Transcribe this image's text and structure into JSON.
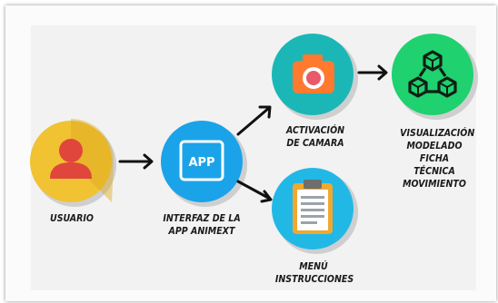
{
  "nodes": {
    "usuario": {
      "label": "USUARIO",
      "icon": "user-icon",
      "color": "#f1c232"
    },
    "interfaz": {
      "label": "INTERFAZ DE LA\nAPP ANIMEXT",
      "icon": "app-icon",
      "icon_text": "APP",
      "color": "#1aa3e8"
    },
    "camara": {
      "label": "ACTIVACIÓN\nDE CAMARA",
      "icon": "camera-icon",
      "color": "#1bb7b7"
    },
    "visualizacion": {
      "label": "VISUALIZACIÓN\nMODELADO\nFICHA TÉCNICA\nMOVIMIENTO",
      "icon": "network-cubes-icon",
      "color": "#1fd16f"
    },
    "menu": {
      "label": "MENÚ\nINSTRUCCIONES",
      "icon": "clipboard-icon",
      "color": "#22b8e6"
    }
  },
  "colors": {
    "panel_bg": "#f2f2f2",
    "arrow": "#111111",
    "shadow": "#c9c9c9"
  }
}
